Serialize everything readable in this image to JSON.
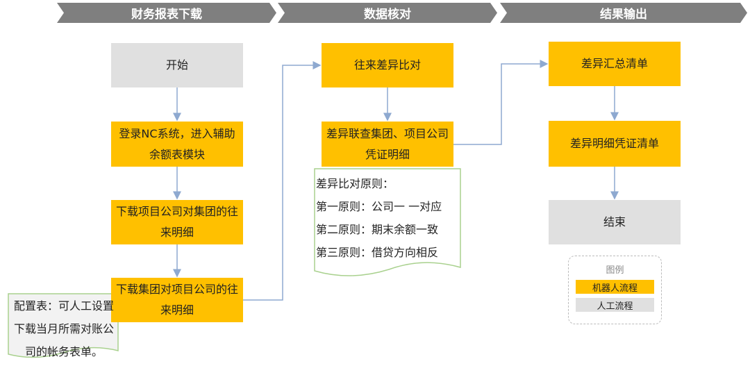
{
  "phases": [
    "财务报表下载",
    "数据核对",
    "结果输出"
  ],
  "col1": {
    "start": "开始",
    "login": "登录NC系统，进入辅助余额表模块",
    "download1": "下载项目公司对集团的往来明细",
    "download2": "下载集团对项目公司的往来明细",
    "note": "配置表：可人工设置下载当月所需对账公司的帐务表单。"
  },
  "col2": {
    "compare": "往来差异比对",
    "query": "差异联查集团、项目公司凭证明细",
    "rules": {
      "title": "差异比对原则：",
      "items": [
        "第一原则：公司一 一对应",
        "第二原则：期末余额一致",
        "第三原则：借贷方向相反"
      ]
    }
  },
  "col3": {
    "summary": "差异汇总清单",
    "detail": "差异明细凭证清单",
    "end": "结束"
  },
  "legend": {
    "title": "图例",
    "robot": "机器人流程",
    "manual": "人工流程"
  },
  "colors": {
    "robot": "#ffc000",
    "manual": "#e0e0e0",
    "header": "#7f7f7f",
    "connector": "#8ea9d0"
  }
}
